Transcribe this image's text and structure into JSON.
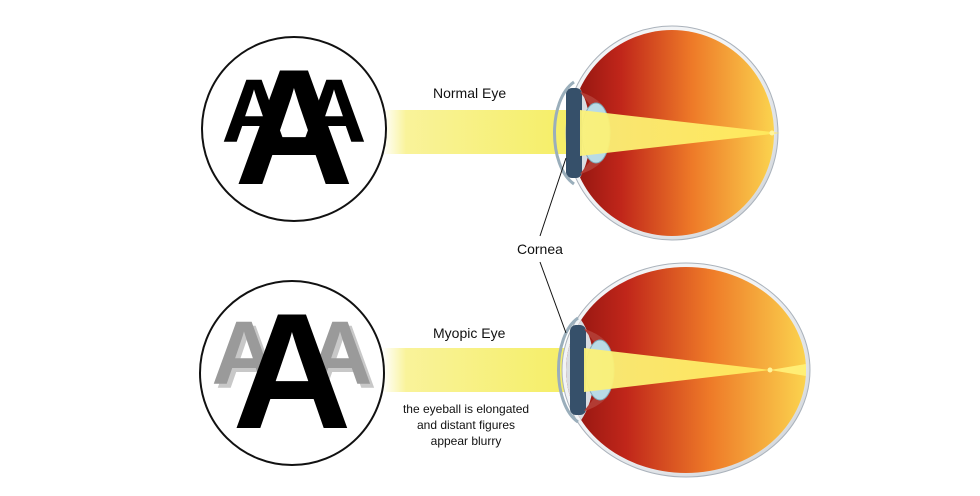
{
  "glyph": "A",
  "top": {
    "title": "Normal Eye"
  },
  "bottom": {
    "title": "Myopic Eye",
    "note": [
      "the eyeball is elongated",
      "and distant figures",
      "appear blurry"
    ]
  },
  "cornea_label": "Cornea",
  "colors": {
    "beam": "#f7f06a",
    "eye_red": "#c0261a",
    "eye_yellow": "#fbd34e",
    "letter_sharp": "#000000",
    "letter_blurry": "#9a9a9a",
    "lens": "#b9dbe6",
    "iris": "#36506a"
  }
}
